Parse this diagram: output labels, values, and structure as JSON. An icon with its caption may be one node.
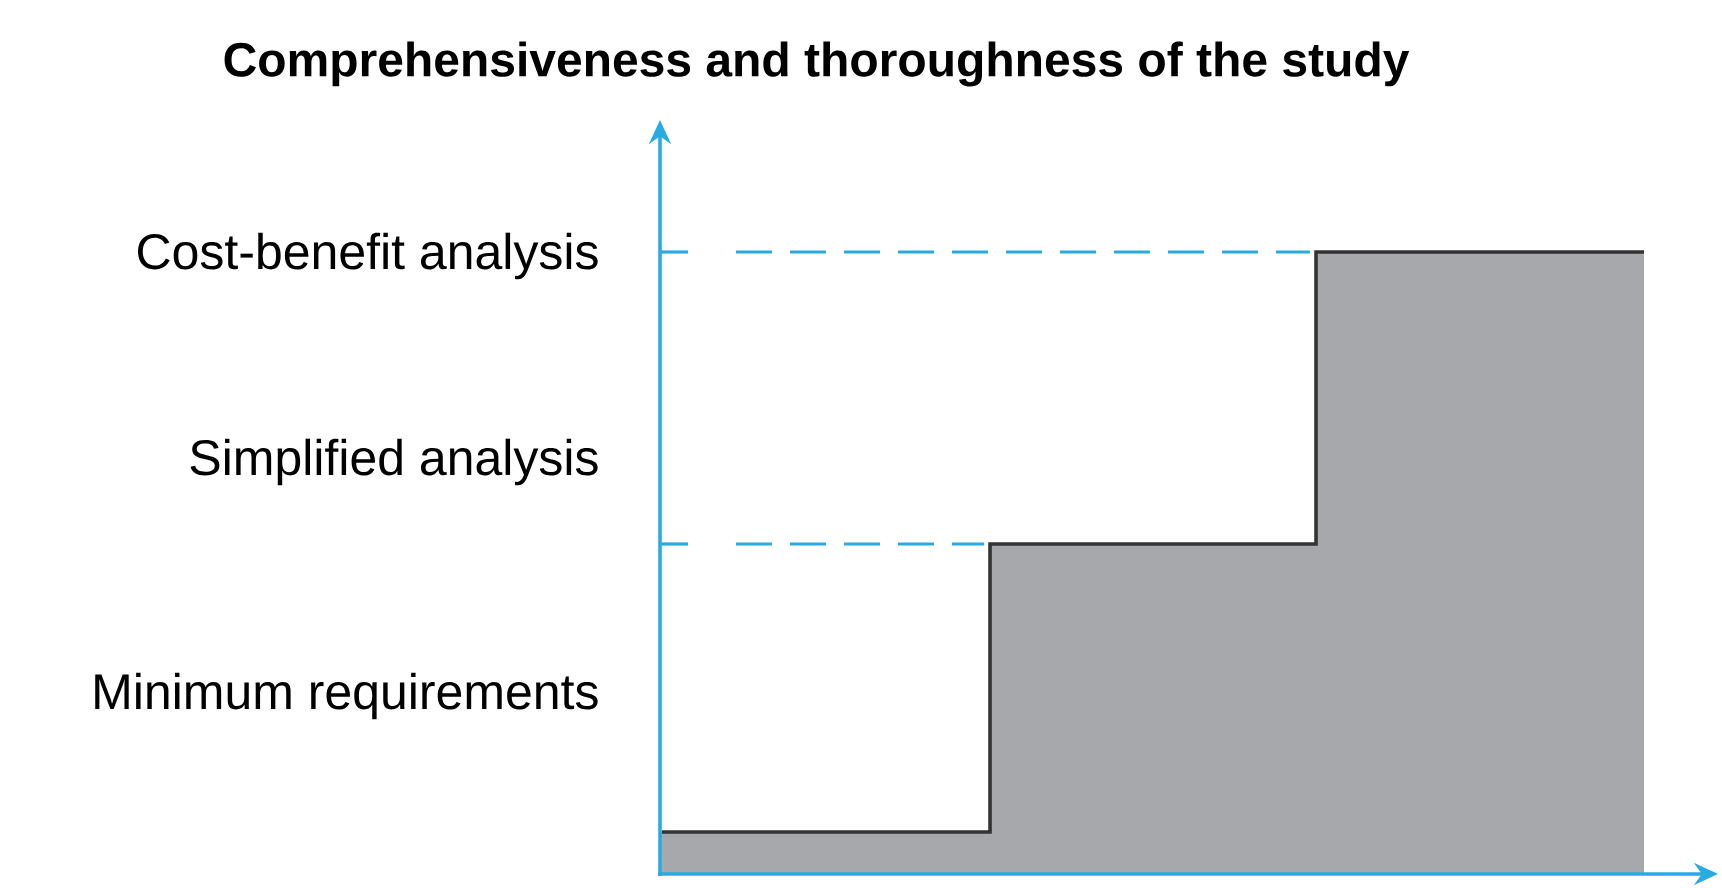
{
  "diagram": {
    "title": "Comprehensiveness and thoroughness of the study",
    "labels": [
      "Cost-benefit analysis",
      "Simplified analysis",
      "Minimum requirements"
    ]
  }
}
